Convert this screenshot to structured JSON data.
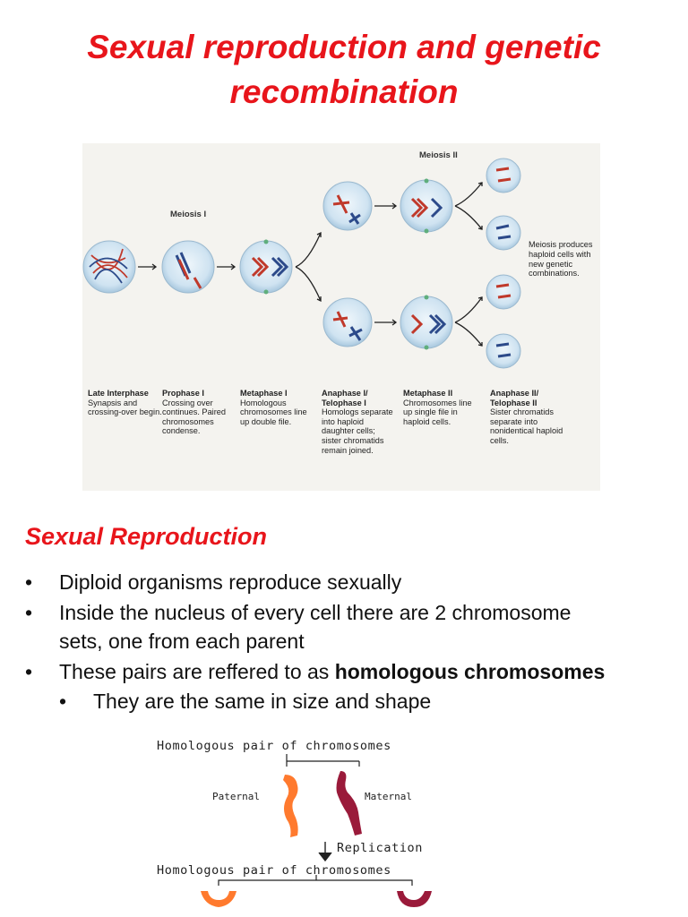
{
  "title": "Sexual reproduction and genetic recombination",
  "figure": {
    "meiosis_i": "Meiosis I",
    "meiosis_ii": "Meiosis II",
    "note": "Meiosis produces haploid cells with new genetic combinations.",
    "stages": [
      {
        "heading": "Late Interphase",
        "desc": "Synapsis and crossing-over begin."
      },
      {
        "heading": "Prophase I",
        "desc": "Crossing over continues. Paired chromosomes condense."
      },
      {
        "heading": "Metaphase I",
        "desc": "Homologous chromosomes line up double file."
      },
      {
        "heading": "Anaphase I/ Telophase I",
        "desc": "Homologs separate into haploid daughter cells; sister chromatids remain joined."
      },
      {
        "heading": "Metaphase II",
        "desc": "Chromosomes line up single file in haploid cells."
      },
      {
        "heading": "Anaphase II/ Telophase II",
        "desc": "Sister chromatids separate into nonidentical haploid cells."
      }
    ]
  },
  "section": {
    "heading": "Sexual Reproduction",
    "bullets": [
      "Diploid organisms reproduce sexually",
      "Inside the nucleus of every cell there are 2 chromosome",
      "sets, one from each parent",
      "These pairs are reffered to as ",
      "homologous chromosomes",
      "They are the same in size and shape"
    ]
  },
  "diagram": {
    "top_label": "Homologous pair of chromosomes",
    "paternal": "Paternal",
    "maternal": "Maternal",
    "replication": "Replication",
    "bottom_label": "Homologous pair of chromosomes",
    "colors": {
      "paternal": "#ff7a2e",
      "maternal": "#9a1a3a"
    }
  }
}
